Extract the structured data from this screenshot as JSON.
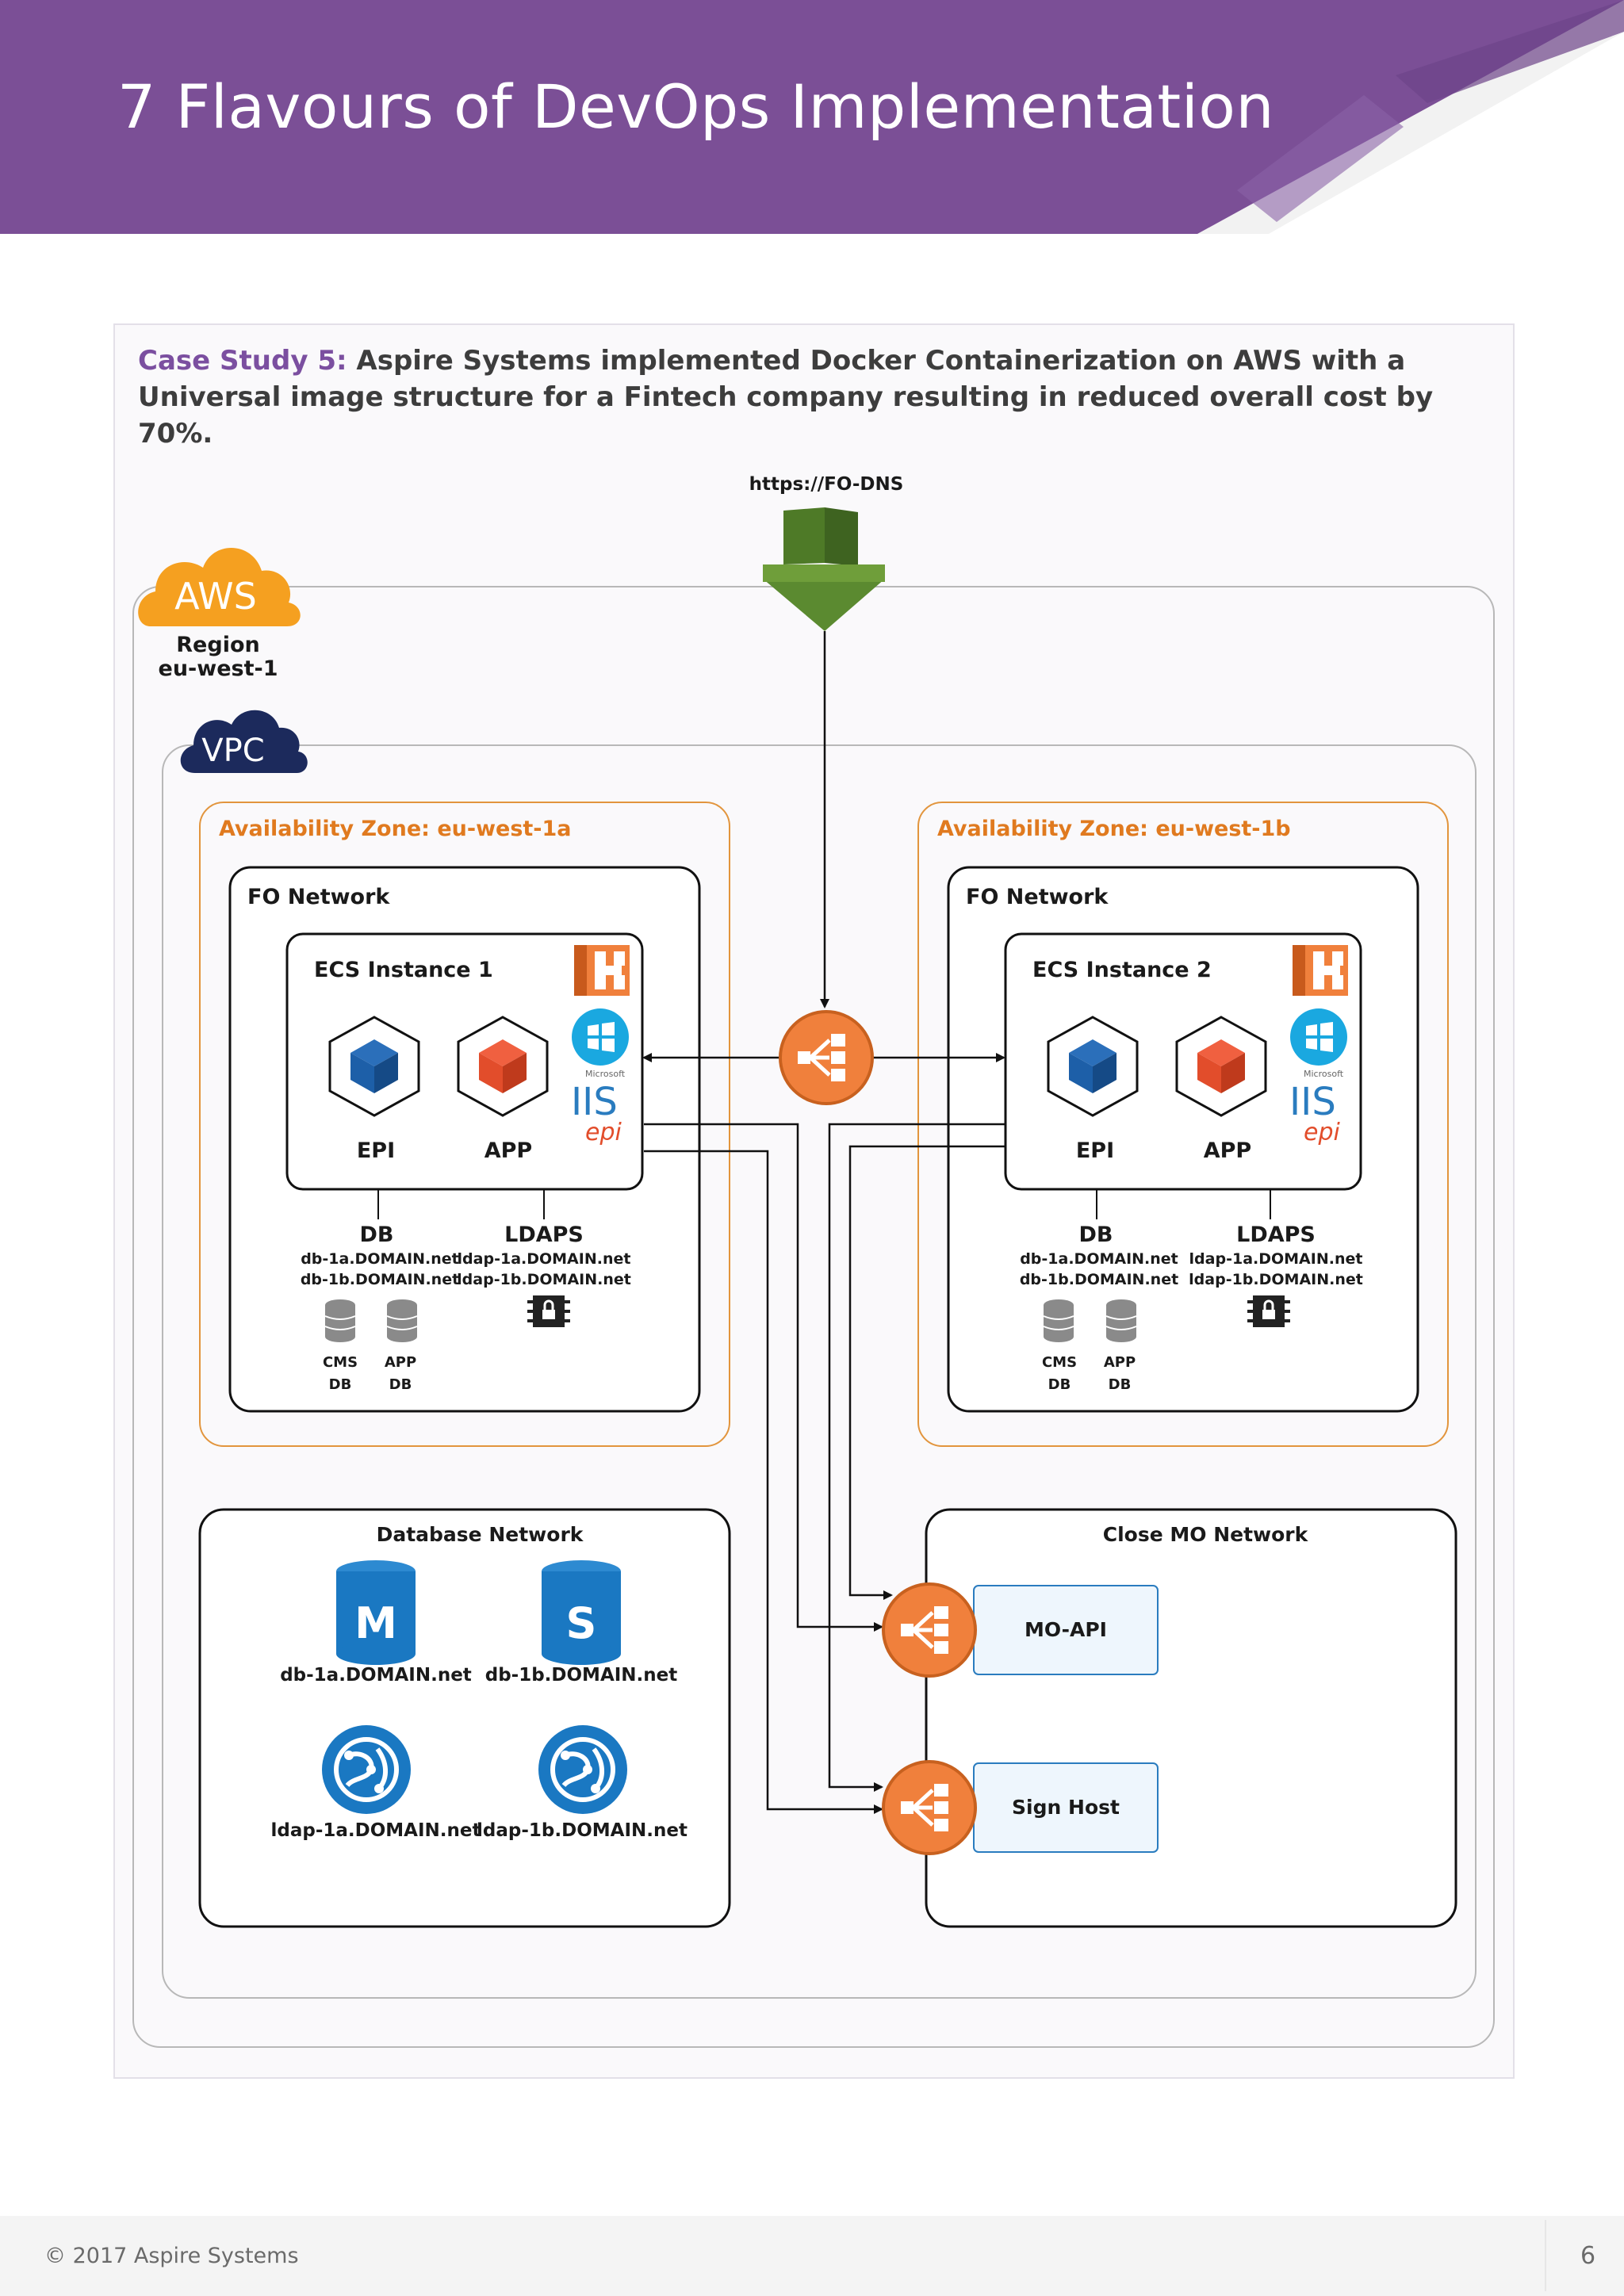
{
  "header": {
    "title": "7 Flavours of DevOps Implementation",
    "band_color": "#7b4f96"
  },
  "case_study": {
    "label": "Case Study 5:",
    "text": " Aspire Systems implemented Docker Containerization on AWS with a Universal image structure for a Fintech company resulting in reduced overall cost by 70%."
  },
  "diagram": {
    "dns_label": "https://FO-DNS",
    "aws": {
      "logo": "AWS",
      "region_label": "Region",
      "region_name": "eu-west-1"
    },
    "vpc": {
      "logo": "VPC"
    },
    "zones": [
      {
        "title": "Availability Zone: eu-west-1a",
        "network": "FO Network",
        "instance": "ECS Instance 1",
        "epi": "EPI",
        "app": "APP",
        "iis": {
          "vendor": "Microsoft",
          "name": "IIS",
          "sub": "epi"
        },
        "db_title": "DB",
        "db_hosts": [
          "db-1a.DOMAIN.net",
          "db-1b.DOMAIN.net"
        ],
        "ldaps_title": "LDAPS",
        "ldap_hosts": [
          "ldap-1a.DOMAIN.net",
          "ldap-1b.DOMAIN.net"
        ],
        "cms_db": [
          "CMS",
          "DB"
        ],
        "app_db": [
          "APP",
          "DB"
        ]
      },
      {
        "title": "Availability Zone: eu-west-1b",
        "network": "FO Network",
        "instance": "ECS Instance 2",
        "epi": "EPI",
        "app": "APP",
        "iis": {
          "vendor": "Microsoft",
          "name": "IIS",
          "sub": "epi"
        },
        "db_title": "DB",
        "db_hosts": [
          "db-1a.DOMAIN.net",
          "db-1b.DOMAIN.net"
        ],
        "ldaps_title": "LDAPS",
        "ldap_hosts": [
          "ldap-1a.DOMAIN.net",
          "ldap-1b.DOMAIN.net"
        ],
        "cms_db": [
          "CMS",
          "DB"
        ],
        "app_db": [
          "APP",
          "DB"
        ]
      }
    ],
    "database_network": {
      "title": "Database Network",
      "master": {
        "letter": "M",
        "host": "db-1a.DOMAIN.net"
      },
      "slave": {
        "letter": "S",
        "host": "db-1b.DOMAIN.net"
      },
      "ldap1": "ldap-1a.DOMAIN.net",
      "ldap2": "ldap-1b.DOMAIN.net"
    },
    "mo_network": {
      "title": "Close MO Network",
      "mo_api": "MO-API",
      "sign_host": "Sign Host"
    },
    "colors": {
      "orange": "#f0803c",
      "zone_border": "#e2953d",
      "zone_title": "#e07a1f",
      "aws_orange": "#f5a020",
      "vpc_navy": "#1c2a5c",
      "route53_green": "#5b8a30",
      "cube_blue": "#1d5fa8",
      "cube_red": "#e24d2b",
      "db_blue": "#1a78c2",
      "mo_box_fill": "#eef6fd",
      "mo_box_border": "#2a7cbf"
    }
  },
  "footer": {
    "copyright": "© 2017 Aspire Systems",
    "page": "6"
  }
}
